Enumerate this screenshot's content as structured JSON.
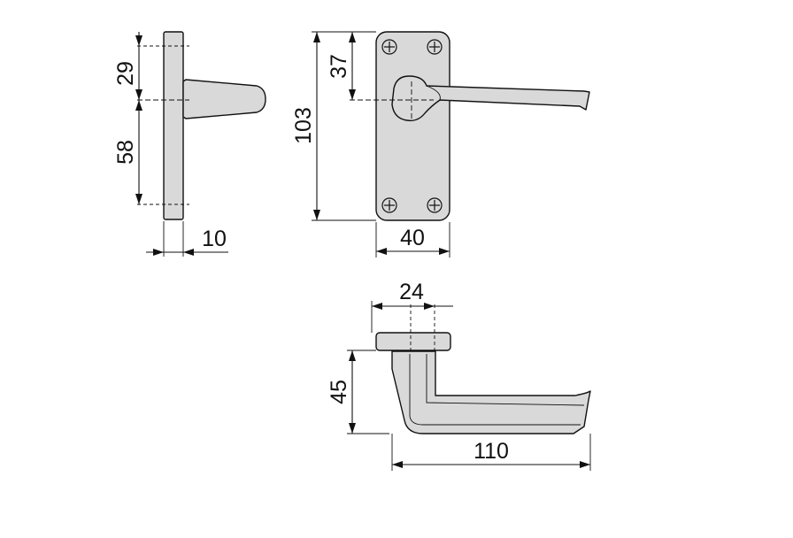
{
  "dimensions": {
    "side_upper": "29",
    "side_lower": "58",
    "side_thickness": "10",
    "front_height": "103",
    "front_axis": "37",
    "front_width": "40",
    "top_rose": "24",
    "top_projection": "45",
    "top_length": "110"
  },
  "colors": {
    "part_fill": "#d9d9d9",
    "outline": "#111111",
    "background": "#ffffff"
  }
}
